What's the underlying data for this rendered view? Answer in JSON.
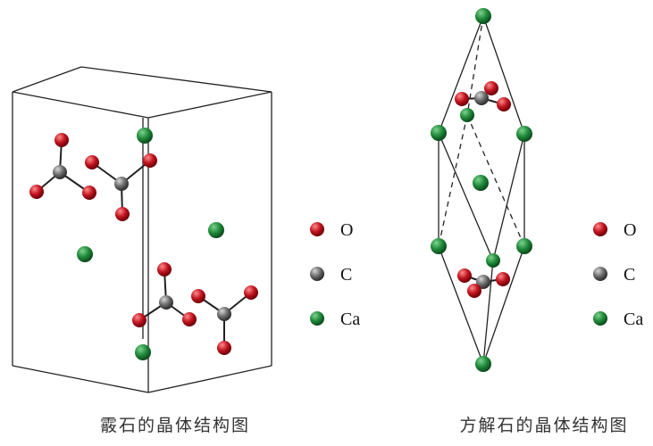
{
  "captions": {
    "aragonite": "霰石的晶体结构图",
    "calcite": "方解石的晶体结构图"
  },
  "legend": {
    "items": [
      {
        "label": "O",
        "color": "#c0141f"
      },
      {
        "label": "C",
        "color": "#6b6b6b"
      },
      {
        "label": "Ca",
        "color": "#1f8a3a"
      }
    ]
  },
  "colors": {
    "oxygen": "#c0141f",
    "carbon": "#6b6b6b",
    "calcium": "#1f8a3a",
    "edge": "#222222"
  }
}
